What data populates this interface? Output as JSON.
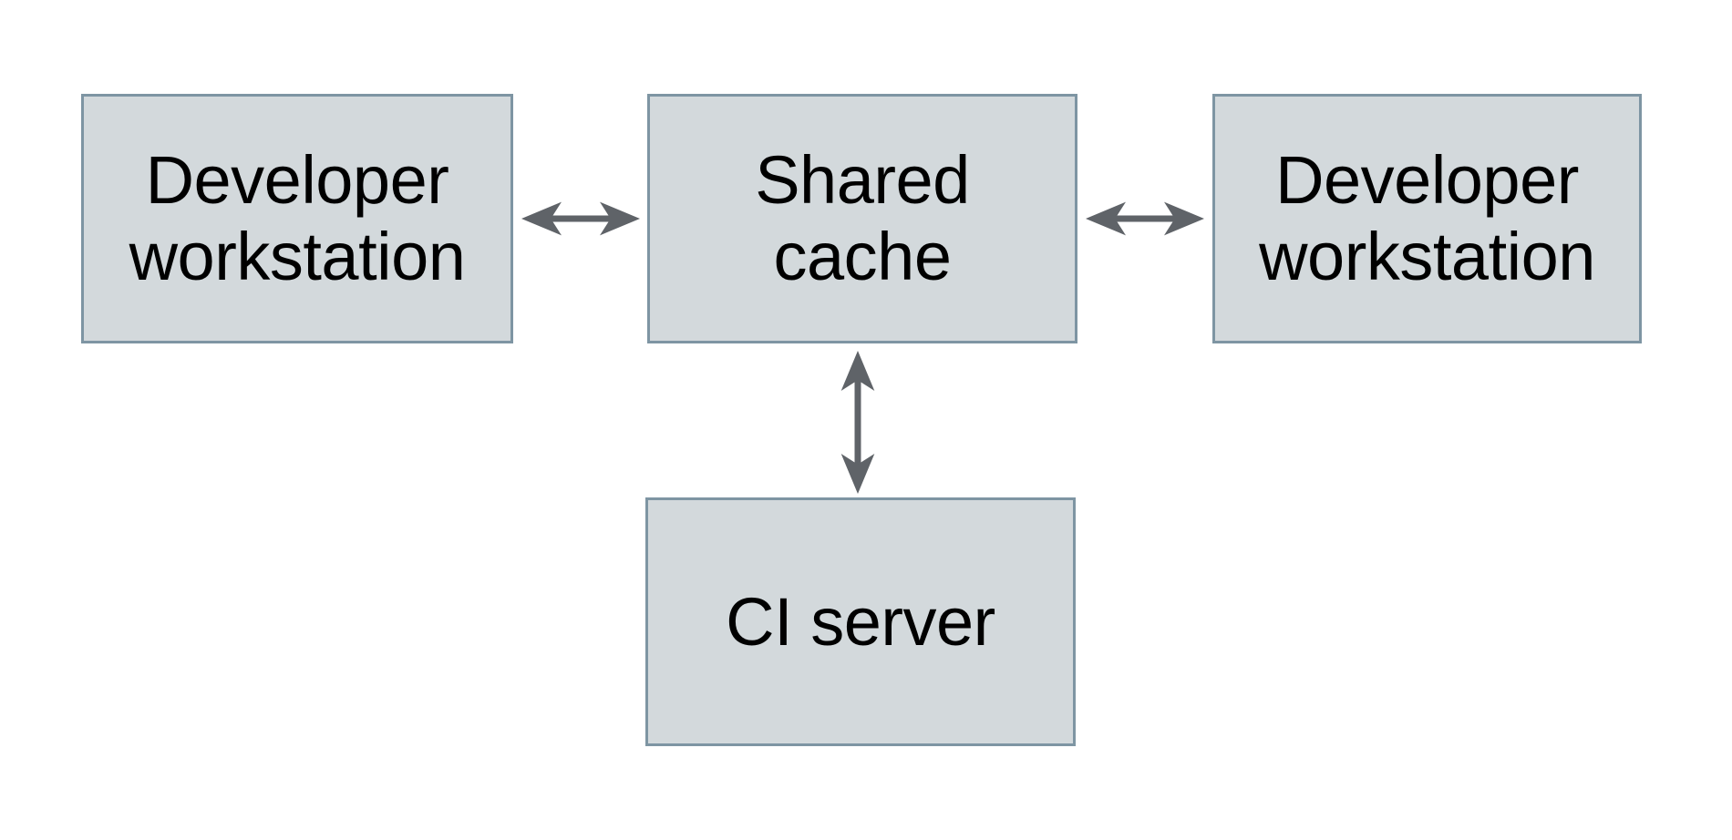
{
  "diagram": {
    "colors": {
      "background": "#ffffff",
      "node_fill": "#d3d9dc",
      "node_border": "#7e95a3",
      "arrow": "#5f6368",
      "text": "#000000"
    },
    "nodes": [
      {
        "id": "developer-workstation-left",
        "label": "Developer\nworkstation"
      },
      {
        "id": "shared-cache",
        "label": "Shared\ncache"
      },
      {
        "id": "developer-workstation-right",
        "label": "Developer\nworkstation"
      },
      {
        "id": "ci-server",
        "label": "CI server"
      }
    ],
    "edges": [
      {
        "from": "developer-workstation-left",
        "to": "shared-cache",
        "direction": "bidirectional",
        "orientation": "horizontal"
      },
      {
        "from": "shared-cache",
        "to": "developer-workstation-right",
        "direction": "bidirectional",
        "orientation": "horizontal"
      },
      {
        "from": "shared-cache",
        "to": "ci-server",
        "direction": "bidirectional",
        "orientation": "vertical"
      }
    ]
  }
}
